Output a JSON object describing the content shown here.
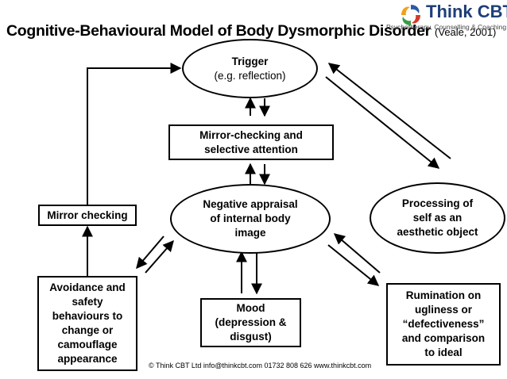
{
  "header": {
    "title": "Cognitive-Behavioural Model of Body Dysmorphic Disorder",
    "source": "(Veale, 2001)"
  },
  "logo": {
    "name": "Think CBT",
    "tagline": "Psychotherapy, Counselling & Coaching"
  },
  "nodes": {
    "trigger": {
      "line1": "Trigger",
      "line2": "(e.g. reflection)"
    },
    "mirror_checking_attention": {
      "line1": "Mirror-checking and",
      "line2": "selective attention"
    },
    "negative_appraisal": {
      "line1": "Negative appraisal",
      "line2": "of internal body",
      "line3": "image"
    },
    "mirror_checking": {
      "line1": "Mirror checking"
    },
    "processing_self": {
      "line1": "Processing of",
      "line2": "self as an",
      "line3": "aesthetic object"
    },
    "avoidance": {
      "line1": "Avoidance and",
      "line2": "safety",
      "line3": "behaviours to",
      "line4": "change or",
      "line5": "camouflage",
      "line6": "appearance"
    },
    "mood": {
      "line1": "Mood",
      "line2": "(depression &",
      "line3": "disgust)"
    },
    "rumination": {
      "line1": "Rumination on",
      "line2": "ugliness or",
      "line3": "“defectiveness”",
      "line4": "and comparison",
      "line5": "to ideal"
    }
  },
  "footer": "© Think CBT Ltd   info@thinkcbt.com   01732 808 626   www.thinkcbt.com"
}
